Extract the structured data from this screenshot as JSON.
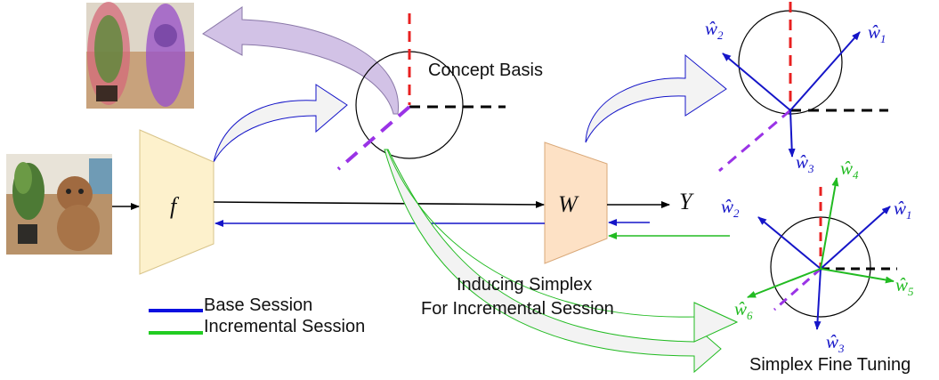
{
  "labels": {
    "concept_basis": "Concept Basis",
    "simplex_fine_tuning": "Simplex Fine Tuning",
    "inducing_line1": "Inducing Simplex",
    "inducing_line2": "For Incremental Session",
    "encoder": "f",
    "classifier": "W",
    "output": "Y"
  },
  "legend": [
    {
      "label": "Base Session",
      "color": "#0a10e0"
    },
    {
      "label": "Incremental Session",
      "color": "#22cc22"
    }
  ],
  "vectors_top": [
    {
      "hat": "ŵ",
      "sub": "1"
    },
    {
      "hat": "ŵ",
      "sub": "2"
    },
    {
      "hat": "ŵ",
      "sub": "3"
    }
  ],
  "vectors_bottom": [
    {
      "hat": "ŵ",
      "sub": "1"
    },
    {
      "hat": "ŵ",
      "sub": "2"
    },
    {
      "hat": "ŵ",
      "sub": "3"
    },
    {
      "hat": "ŵ",
      "sub": "4"
    },
    {
      "hat": "ŵ",
      "sub": "5"
    },
    {
      "hat": "ŵ",
      "sub": "6"
    }
  ],
  "colors": {
    "base": "#1515c8",
    "incremental": "#22bb22",
    "red_axis": "#e82020",
    "purple_axis": "#9a33e6",
    "black_axis": "#000000",
    "encoder_fill": "#fdf1cc",
    "classifier_fill": "#fde1c5",
    "curved_arrow_fill": "#f3f3f3",
    "purple_arrow_fill": "#d2c2e6"
  },
  "icons": [
    "dog-plant-photo-icon",
    "segmented-dog-plant-photo-icon"
  ]
}
